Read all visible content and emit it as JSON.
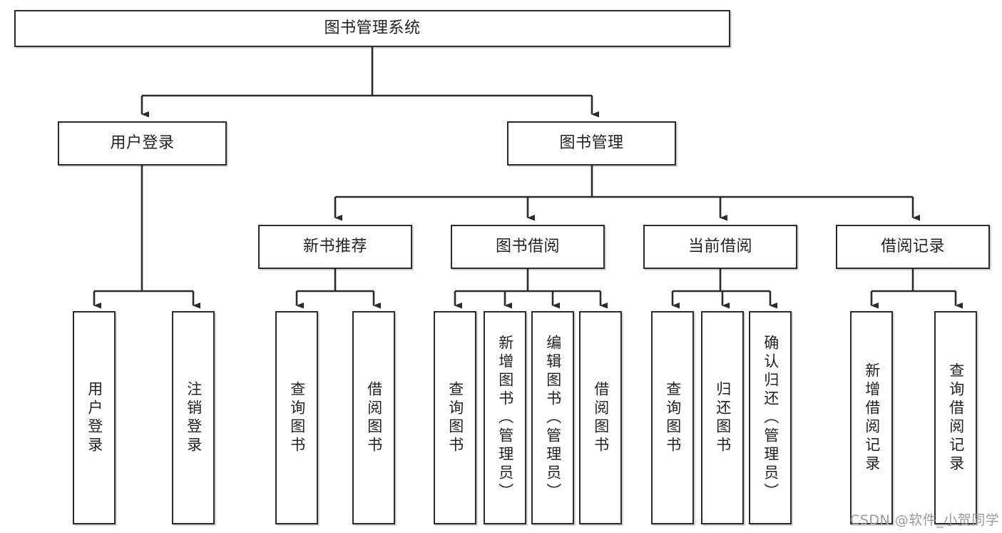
{
  "diagram": {
    "type": "tree",
    "title": "图书管理系统",
    "orientation": "top-down",
    "colors": {
      "box_border": "#2b2b2b",
      "box_fill": "#ffffff",
      "connector": "#2b2b2b",
      "background": "#ffffff",
      "watermark": "#9a9a9a"
    },
    "root": {
      "label": "图书管理系统"
    },
    "level2": [
      {
        "label": "用户登录"
      },
      {
        "label": "图书管理"
      }
    ],
    "level3": [
      {
        "label": "新书推荐"
      },
      {
        "label": "图书借阅"
      },
      {
        "label": "当前借阅"
      },
      {
        "label": "借阅记录"
      }
    ],
    "leaves": {
      "user_login": [
        {
          "label": "用户登录"
        },
        {
          "label": "注销登录"
        }
      ],
      "new_book_recommend": [
        {
          "label": "查询图书"
        },
        {
          "label": "借阅图书"
        }
      ],
      "book_borrow": [
        {
          "label": "查询图书"
        },
        {
          "label": "新增图书（管理员）"
        },
        {
          "label": "编辑图书（管理员）"
        },
        {
          "label": "借阅图书"
        }
      ],
      "current_borrow": [
        {
          "label": "查询图书"
        },
        {
          "label": "归还图书"
        },
        {
          "label": "确认归还（管理员）"
        }
      ],
      "borrow_record": [
        {
          "label": "新增借阅记录"
        },
        {
          "label": "查询借阅记录"
        }
      ]
    }
  },
  "watermark": {
    "text": "CSDN @软件_小贺同学"
  }
}
